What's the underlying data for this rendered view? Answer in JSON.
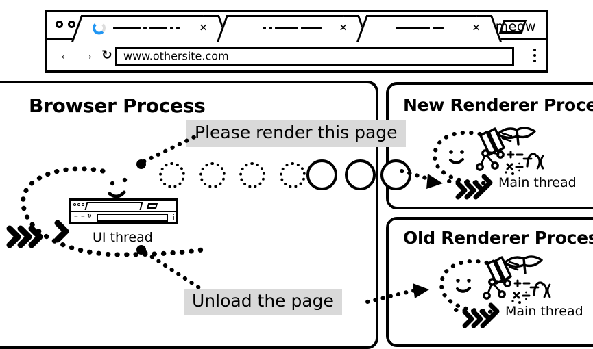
{
  "browser_window": {
    "brand_label": "meow",
    "tab_close_glyph": "✕",
    "window_dots": [
      "dot-1",
      "dot-2",
      "dot-3"
    ],
    "tabs": [
      {
        "title_placeholder": "—·—··",
        "loading": true,
        "close": "✕"
      },
      {
        "title_placeholder": "··——",
        "loading": false,
        "close": "✕"
      },
      {
        "title_placeholder": "—— —",
        "loading": false,
        "close": "✕"
      }
    ],
    "nav": {
      "back": "←",
      "forward": "→",
      "reload": "↻"
    },
    "address_value": "www.othersite.com",
    "menu_icon": "kebab-menu"
  },
  "panels": {
    "browser_process": {
      "title": "Browser Process",
      "thread_label": "UI thread"
    },
    "new_renderer": {
      "title": "New Renderer Process",
      "thread_label": "Main thread"
    },
    "old_renderer": {
      "title": "Old Renderer Process",
      "thread_label": "Main thread"
    }
  },
  "messages": {
    "render_request": "Please render this page",
    "unload_request": "Unload the page"
  },
  "colors": {
    "stroke": "#000000",
    "background": "#ffffff",
    "chip_background": "#d9d9d9",
    "spinner_accent": "#2196f3"
  },
  "queue": {
    "dotted_circles": 4,
    "solid_circles": 3
  }
}
